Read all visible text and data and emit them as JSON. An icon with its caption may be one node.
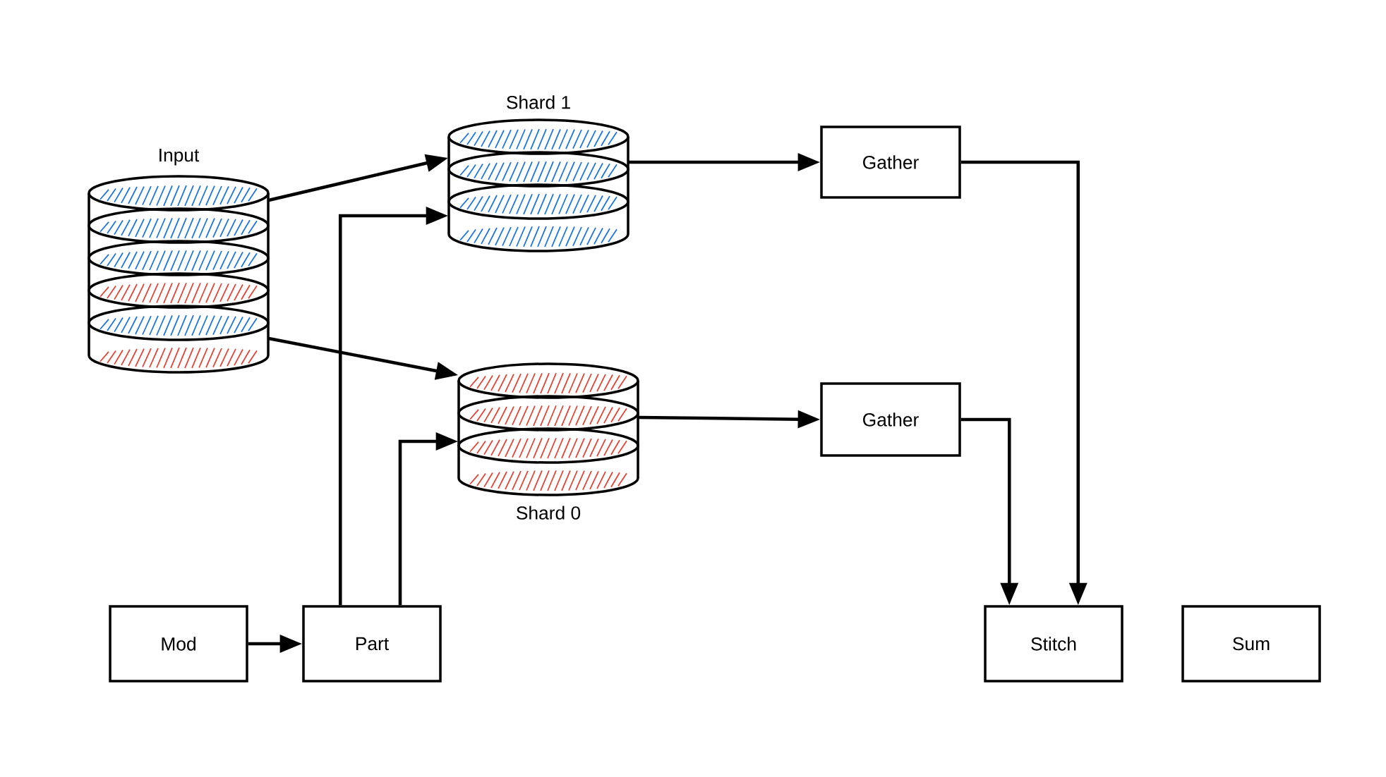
{
  "diagram": {
    "nodes": [
      {
        "text": [
          "Input"
        ]
      },
      {
        "text": [
          "Shard 1"
        ]
      },
      {
        "text": [
          "Shard 0"
        ]
      },
      {
        "text": [
          "Gather"
        ]
      },
      {
        "text": [
          "Gather"
        ]
      },
      {
        "text": [
          "Mod"
        ]
      },
      {
        "text": [
          "Part"
        ]
      },
      {
        "text": [
          "Stitch"
        ]
      },
      {
        "text": [
          "Sum"
        ]
      }
    ],
    "edges": [
      {
        "from": 0,
        "to": 1,
        "arrow": "to"
      },
      {
        "from": 0,
        "to": 2,
        "arrow": "to"
      },
      {
        "from": 6,
        "to": 1,
        "arrow": "to"
      },
      {
        "from": 6,
        "to": 2,
        "arrow": "to"
      },
      {
        "from": 5,
        "to": 6,
        "arrow": "to"
      },
      {
        "from": 1,
        "to": 3,
        "arrow": "to"
      },
      {
        "from": 2,
        "to": 4,
        "arrow": "to"
      },
      {
        "from": 3,
        "to": 7,
        "arrow": "to"
      },
      {
        "from": 4,
        "to": 7,
        "arrow": "to"
      }
    ]
  }
}
